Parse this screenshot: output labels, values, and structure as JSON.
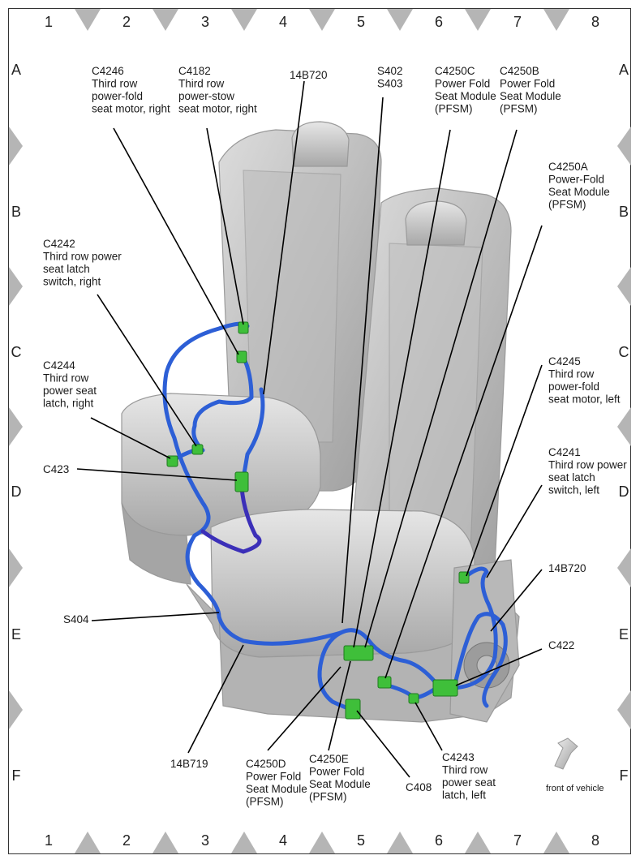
{
  "grid": {
    "columns": [
      "1",
      "2",
      "3",
      "4",
      "5",
      "6",
      "7",
      "8"
    ],
    "rows": [
      "A",
      "B",
      "C",
      "D",
      "E",
      "F"
    ]
  },
  "labels": {
    "c4246": [
      "C4246",
      "Third row",
      "power-fold",
      "seat motor, right"
    ],
    "c4182": [
      "C4182",
      "Third row",
      "power-stow",
      "seat motor, right"
    ],
    "b720_top": [
      "14B720"
    ],
    "s402": [
      "S402",
      "S403"
    ],
    "c4250c": [
      "C4250C",
      "Power Fold",
      "Seat Module",
      "(PFSM)"
    ],
    "c4250b": [
      "C4250B",
      "Power Fold",
      "Seat Module",
      "(PFSM)"
    ],
    "c4250a": [
      "C4250A",
      "Power-Fold",
      "Seat Module",
      "(PFSM)"
    ],
    "c4242": [
      "C4242",
      "Third row power",
      "seat latch",
      "switch, right"
    ],
    "c4244": [
      "C4244",
      "Third row",
      "power seat",
      "latch, right"
    ],
    "c423": [
      "C423"
    ],
    "c4245": [
      "C4245",
      "Third row",
      "power-fold",
      "seat motor, left"
    ],
    "c4241": [
      "C4241",
      "Third row power",
      "seat latch",
      "switch, left"
    ],
    "b720_right": [
      "14B720"
    ],
    "c422": [
      "C422"
    ],
    "s404": [
      "S404"
    ],
    "b719": [
      "14B719"
    ],
    "c4250d": [
      "C4250D",
      "Power Fold",
      "Seat Module",
      "(PFSM)"
    ],
    "c4250e": [
      "C4250E",
      "Power Fold",
      "Seat Module",
      "(PFSM)"
    ],
    "c408": [
      "C408"
    ],
    "c4243": [
      "C4243",
      "Third row",
      "power seat",
      "latch, left"
    ]
  },
  "front_label": "front of vehicle",
  "colors": {
    "wire": "#2d5fd6",
    "connector": "#3fbf3a",
    "seat": "#c9c9c9",
    "grid_marker": "#b5b5b5"
  }
}
